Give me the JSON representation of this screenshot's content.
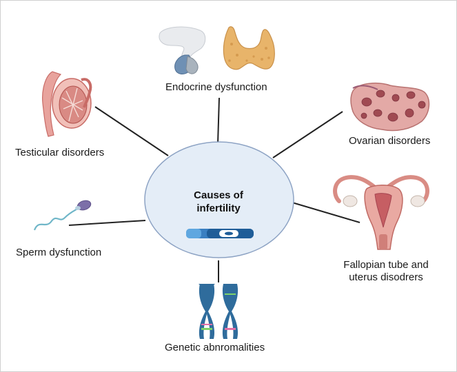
{
  "hub": {
    "line1": "Causes of",
    "line2": "infertility"
  },
  "causes": {
    "endocrine": "Endocrine dysfunction",
    "testicular": "Testicular disorders",
    "ovarian": "Ovarian disorders",
    "sperm": "Sperm dysfunction",
    "fallopian_line1": "Fallopian tube and",
    "fallopian_line2": "uterus disodrers",
    "genetic": "Genetic abnromalities"
  },
  "colors": {
    "hub_fill": "#e4edf7",
    "hub_stroke": "#8da3c4",
    "connector": "#222222",
    "tissue_pink": "#e8a39d",
    "tissue_dark": "#c86b66",
    "thyroid": "#e8b46a",
    "pituitary": "#6f90b4",
    "chromosome": "#2f6c9c",
    "sperm_head": "#7c6fa8",
    "sperm_tail": "#6fb6c8",
    "test_strip": "#3a7fc1"
  },
  "icons": {
    "hub": "pregnancy-test-icon",
    "endocrine": "pituitary-thyroid-icon",
    "testicular": "testis-icon",
    "ovarian": "ovary-icon",
    "sperm": "sperm-cell-icon",
    "fallopian": "uterus-icon",
    "genetic": "chromosome-icon"
  }
}
